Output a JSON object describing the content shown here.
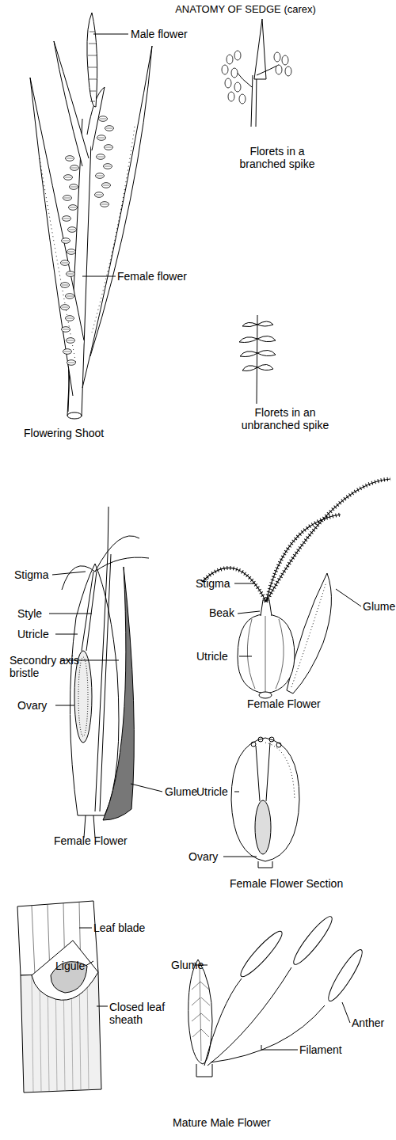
{
  "diagram": {
    "title": "ANATOMY OF SEDGE (carex)",
    "labels": [
      "Male flower",
      "Female flower",
      "Flowering Shoot",
      "Florets in a branched spike",
      "Florets in an unbranched spike",
      "Stigma",
      "Style",
      "Utricle",
      "Secondry axis bristle",
      "Ovary",
      "Glume",
      "Female Flower",
      "Stigma",
      "Beak",
      "Glume",
      "Utricle",
      "Female Flower",
      "Utricle",
      "Ovary",
      "Female Flower Section",
      "Leaf blade",
      "Ligule",
      "Closed leaf sheath",
      "Glume",
      "Anther",
      "Filament",
      "Mature Male Flower"
    ]
  }
}
